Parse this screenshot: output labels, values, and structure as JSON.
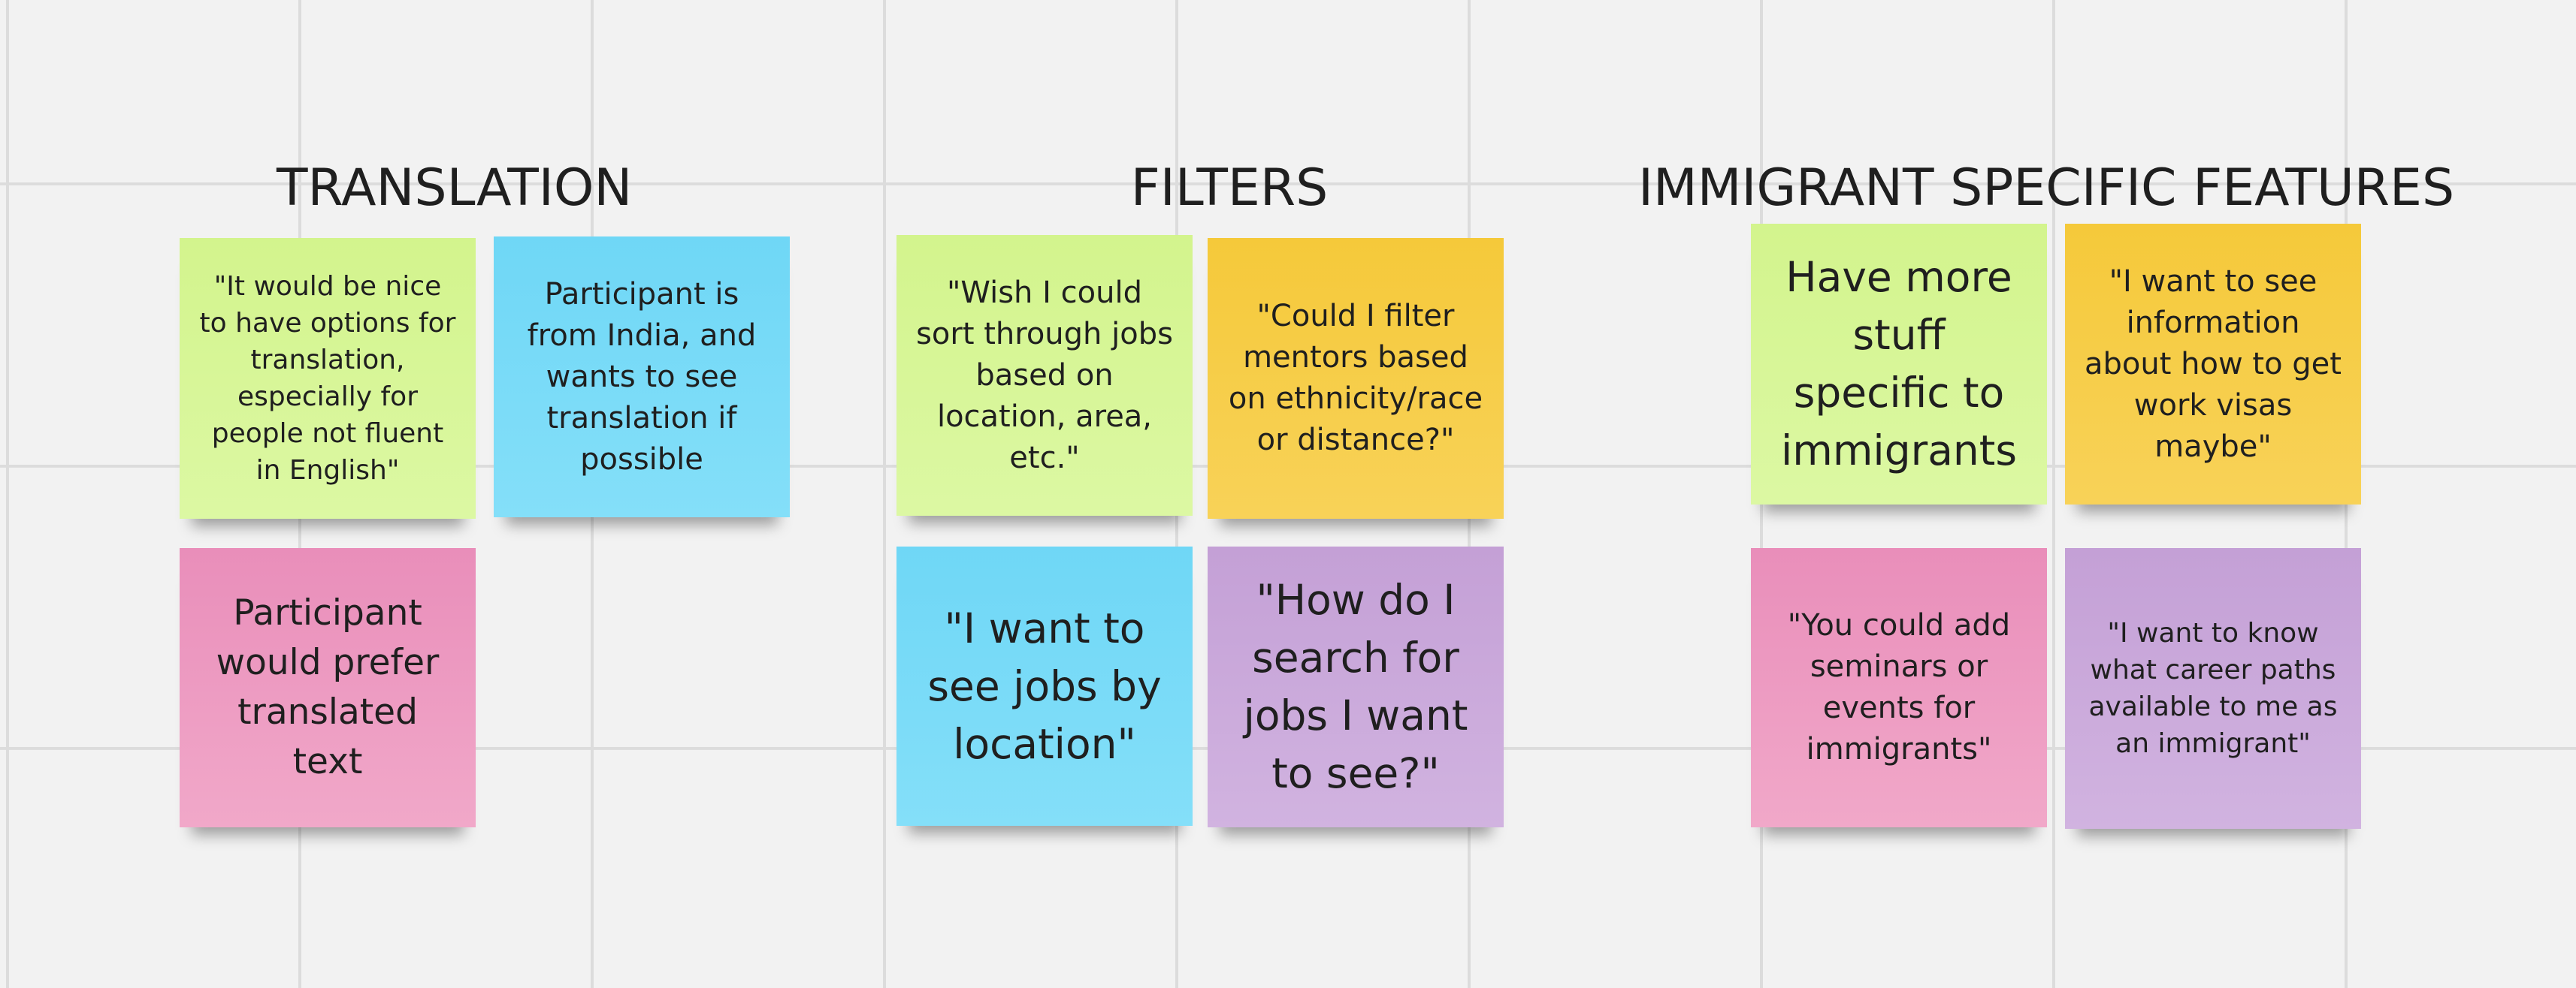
{
  "board": {
    "clusters": [
      {
        "title": "TRANSLATION",
        "notes": [
          "\"It would be nice to have options for translation, especially for people not fluent in English\"",
          "Participant is from India, and wants to see translation if possible",
          "Participant would prefer translated text"
        ]
      },
      {
        "title": "FILTERS",
        "notes": [
          "\"Wish I could sort through jobs based on location, area, etc.\"",
          "\"Could I filter mentors based on ethnicity/race or distance?\"",
          "\"I want to see jobs by location\"",
          "\"How do I search for jobs I want to see?\""
        ]
      },
      {
        "title": "IMMIGRANT SPECIFIC FEATURES",
        "notes": [
          "Have more stuff specific to immigrants",
          "\"I want to see information about how to get work visas maybe\"",
          "\"You could add seminars or events for immigrants\"",
          "\"I want to know what career paths available to me as an immigrant\""
        ]
      }
    ]
  },
  "colors": {
    "canvas": "#f2f2f2",
    "grid": "#dcdcdc",
    "green": "#d6f594",
    "blue": "#76dbf7",
    "pink": "#ec9bc1",
    "yellow": "#f6cd48",
    "purple": "#c9a8da"
  }
}
